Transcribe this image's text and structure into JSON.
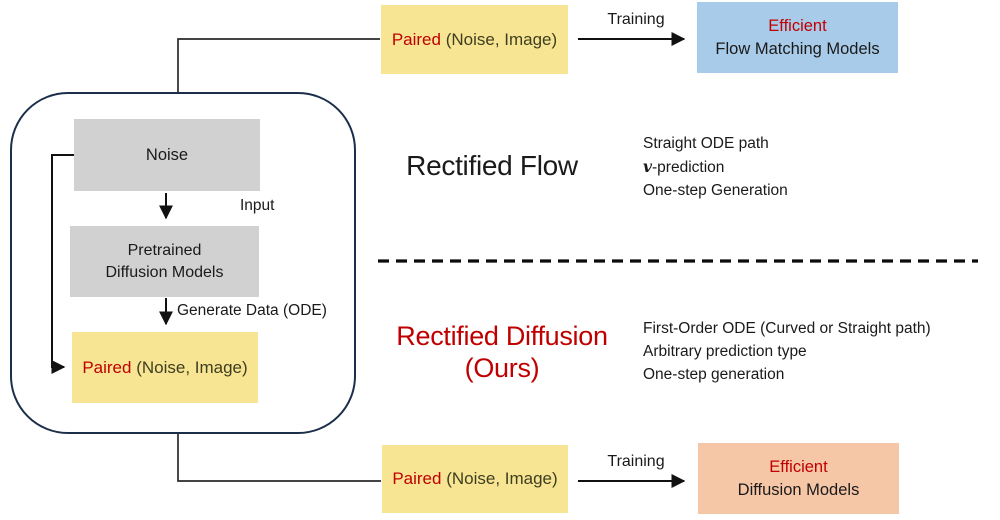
{
  "colors": {
    "red": "#C00000",
    "yellow": "#F8E593",
    "blue": "#A8CBE9",
    "orange": "#F6C7A7",
    "gray": "#D2D1D1",
    "navy": "#1C2F4A",
    "ink": "#1A1A1A",
    "olive": "#3E3E20"
  },
  "pipeline": {
    "noise_label": "Noise",
    "input_label": "Input",
    "pretrained_line1": "Pretrained",
    "pretrained_line2": "Diffusion Models",
    "generate_label": "Generate Data (ODE)",
    "paired_red": "Paired",
    "paired_rest": " (Noise, Image)"
  },
  "top_flow": {
    "paired_red": "Paired",
    "paired_rest": " (Noise, Image)",
    "training_label": "Training",
    "result_line1": "Efficient",
    "result_line2": "Flow Matching Models"
  },
  "bottom_flow": {
    "paired_red": "Paired",
    "paired_rest": " (Noise, Image)",
    "training_label": "Training",
    "result_line1": "Efficient",
    "result_line2": "Diffusion Models"
  },
  "rectified_flow": {
    "title": "Rectified Flow",
    "features": {
      "line1": "Straight ODE path",
      "line2_math": "v",
      "line2_rest": "-prediction",
      "line3": "One-step Generation"
    }
  },
  "rectified_diffusion": {
    "title_line1": "Rectified Diffusion",
    "title_line2": "(Ours)",
    "features": [
      "First-Order ODE (Curved or Straight path)",
      "Arbitrary prediction type",
      "One-step generation"
    ]
  }
}
